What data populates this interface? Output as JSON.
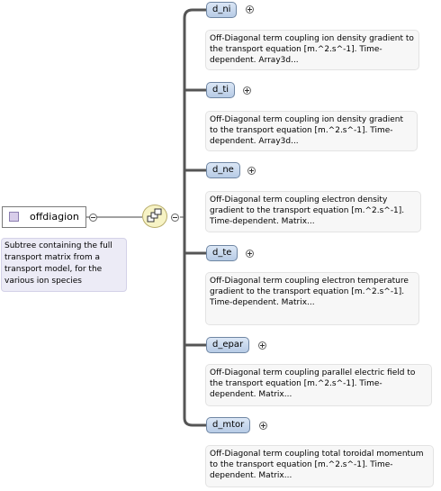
{
  "root": {
    "name": "offdiagion",
    "documentation": "Subtree containing the full transport matrix from a transport model, for the various ion species"
  },
  "children": [
    {
      "name": "d_ni",
      "documentation": "Off-Diagonal term coupling ion density gradient to the transport equation [m.^2.s^-1]. Time-dependent. Array3d..."
    },
    {
      "name": "d_ti",
      "documentation": "Off-Diagonal term coupling ion density gradient to the transport equation [m.^2.s^-1]. Time-dependent. Array3d..."
    },
    {
      "name": "d_ne",
      "documentation": "Off-Diagonal term coupling electron density gradient to the transport equation [m.^2.s^-1]. Time-dependent. Matrix..."
    },
    {
      "name": "d_te",
      "documentation": "Off-Diagonal term coupling electron temperature gradient to the transport equation [m.^2.s^-1]. Time-dependent. Matrix..."
    },
    {
      "name": "d_epar",
      "documentation": "Off-Diagonal term coupling parallel electric field to the transport equation [m.^2.s^-1]. Time-dependent. Matrix..."
    },
    {
      "name": "d_mtor",
      "documentation": "Off-Diagonal term coupling total toroidal momentum to the transport equation [m.^2.s^-1]. Time-dependent. Matrix..."
    }
  ]
}
